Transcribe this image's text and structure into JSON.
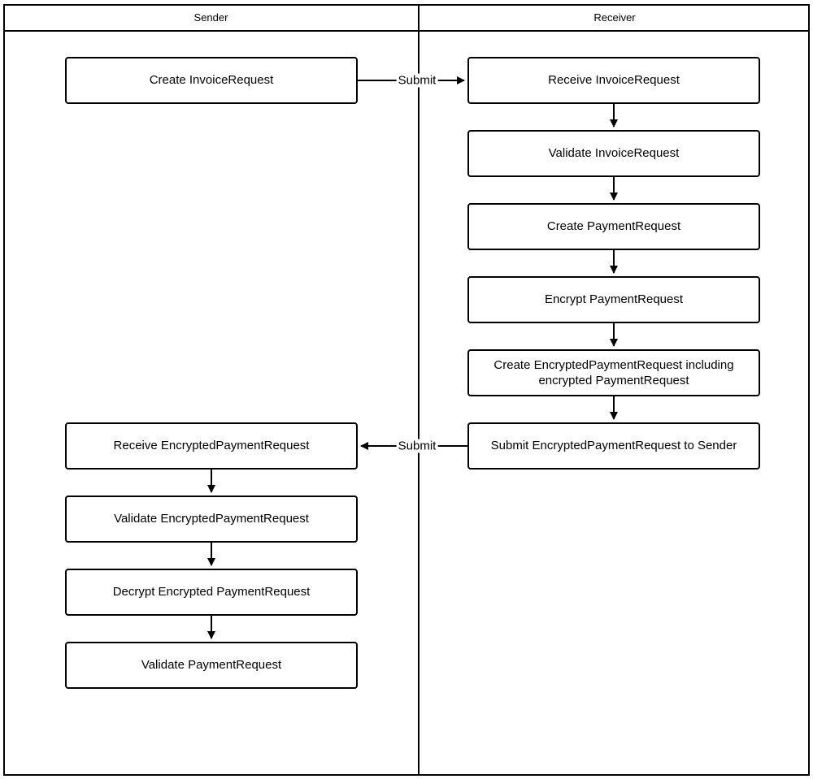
{
  "lanes": {
    "sender": {
      "label": "Sender"
    },
    "receiver": {
      "label": "Receiver"
    }
  },
  "nodes": {
    "create_invoice_request": {
      "label": "Create InvoiceRequest"
    },
    "receive_invoice_request": {
      "label": "Receive InvoiceRequest"
    },
    "validate_invoice_request": {
      "label": "Validate InvoiceRequest"
    },
    "create_payment_request": {
      "label": "Create PaymentRequest"
    },
    "encrypt_payment_request": {
      "label": "Encrypt PaymentRequest"
    },
    "create_encrypted_payment_request": {
      "label": "Create EncryptedPaymentRequest including encrypted PaymentRequest"
    },
    "submit_encrypted_payment_request": {
      "label": "Submit EncryptedPaymentRequest to Sender"
    },
    "receive_encrypted_payment_request": {
      "label": "Receive EncryptedPaymentRequest"
    },
    "validate_encrypted_payment_request": {
      "label": "Validate EncryptedPaymentRequest"
    },
    "decrypt_encrypted_payment_request": {
      "label": "Decrypt Encrypted PaymentRequest"
    },
    "validate_payment_request": {
      "label": "Validate PaymentRequest"
    }
  },
  "edges": {
    "submit_invoice_request": {
      "label": "Submit"
    },
    "submit_encrypted_payment_request": {
      "label": "Submit"
    }
  }
}
